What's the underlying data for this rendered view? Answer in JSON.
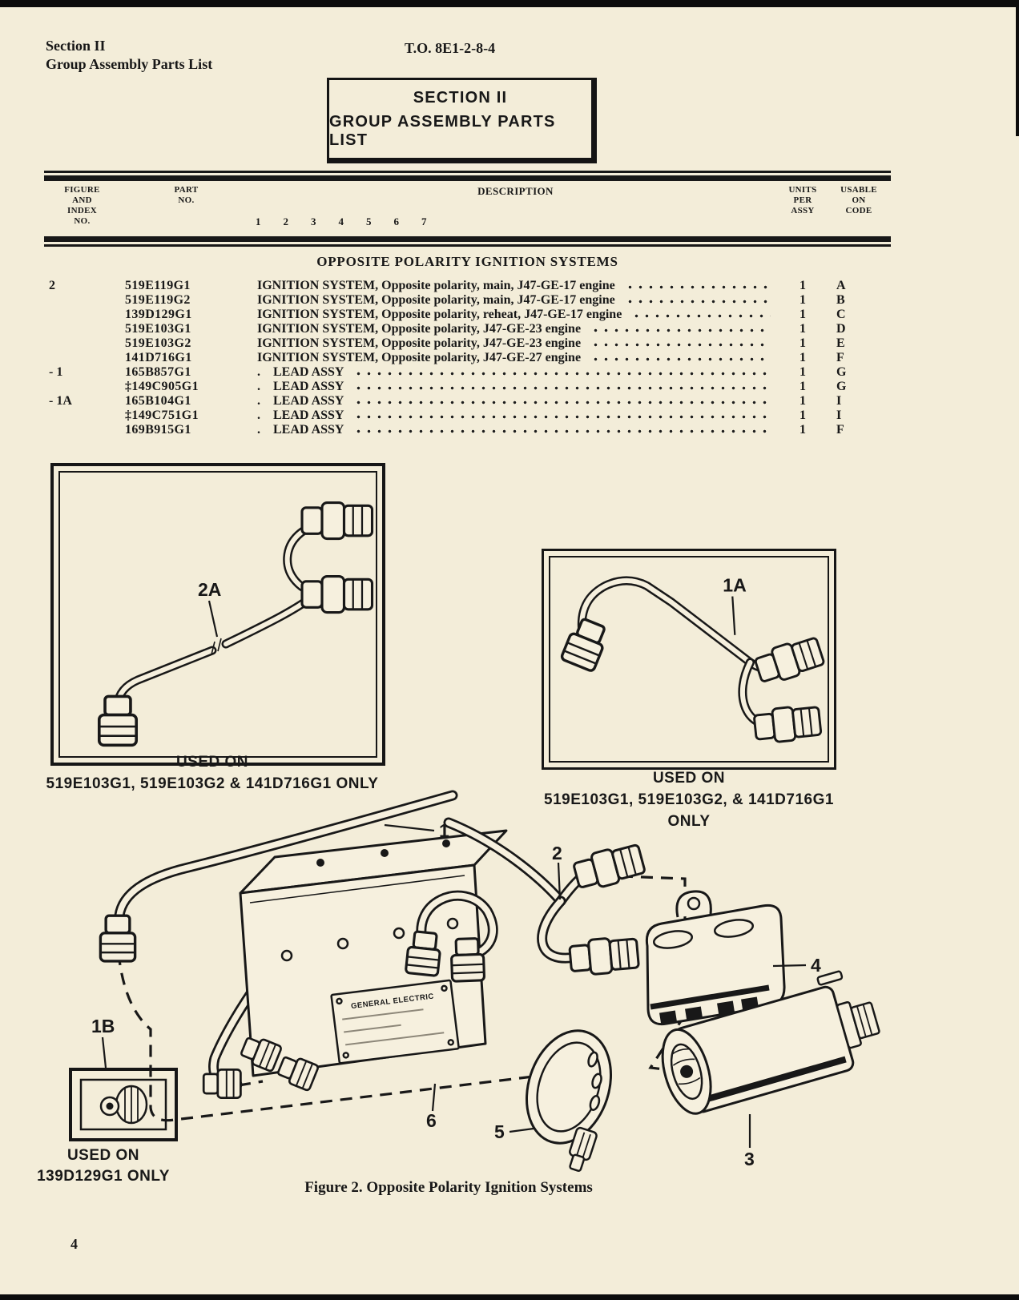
{
  "page": {
    "header_left1": "Section II",
    "header_left2": "Group Assembly Parts List",
    "to_number": "T.O. 8E1-2-8-4",
    "page_number": "4"
  },
  "section_box": {
    "line1": "SECTION II",
    "line2": "GROUP ASSEMBLY PARTS LIST"
  },
  "table": {
    "headers": {
      "figure_index": "FIGURE\nAND\nINDEX\nNO.",
      "part_no": "PART\nNO.",
      "description": "DESCRIPTION",
      "desc_numbers": [
        "1",
        "2",
        "3",
        "4",
        "5",
        "6",
        "7"
      ],
      "units": "UNITS\nPER\nASSY",
      "usable": "USABLE\nON\nCODE"
    },
    "group_title": "OPPOSITE POLARITY IGNITION SYSTEMS",
    "rows": [
      {
        "index": "2",
        "part": "519E119G1",
        "prefix": "",
        "desc": "IGNITION SYSTEM, Opposite polarity, main, J47-GE-17 engine",
        "units": "1",
        "code": "A"
      },
      {
        "index": "",
        "part": "519E119G2",
        "prefix": "",
        "desc": "IGNITION SYSTEM, Opposite polarity, main, J47-GE-17 engine",
        "units": "1",
        "code": "B"
      },
      {
        "index": "",
        "part": "139D129G1",
        "prefix": "",
        "desc": "IGNITION SYSTEM, Opposite polarity, reheat, J47-GE-17 engine",
        "units": "1",
        "code": "C"
      },
      {
        "index": "",
        "part": "519E103G1",
        "prefix": "",
        "desc": "IGNITION SYSTEM, Opposite polarity, J47-GE-23 engine",
        "units": "1",
        "code": "D"
      },
      {
        "index": "",
        "part": "519E103G2",
        "prefix": "",
        "desc": "IGNITION SYSTEM, Opposite polarity, J47-GE-23 engine",
        "units": "1",
        "code": "E"
      },
      {
        "index": "",
        "part": "141D716G1",
        "prefix": "",
        "desc": "IGNITION SYSTEM, Opposite polarity, J47-GE-27 engine",
        "units": "1",
        "code": "F"
      },
      {
        "index": "- 1",
        "part": "165B857G1",
        "prefix": ".",
        "desc": "LEAD ASSY",
        "units": "1",
        "code": "G"
      },
      {
        "index": "",
        "part": "‡149C905G1",
        "prefix": ".",
        "desc": "LEAD ASSY",
        "units": "1",
        "code": "G"
      },
      {
        "index": "- 1A",
        "part": "165B104G1",
        "prefix": ".",
        "desc": "LEAD ASSY",
        "units": "1",
        "code": "I"
      },
      {
        "index": "",
        "part": "‡149C751G1",
        "prefix": ".",
        "desc": "LEAD ASSY",
        "units": "1",
        "code": "I"
      },
      {
        "index": "",
        "part": "169B915G1",
        "prefix": ".",
        "desc": "LEAD ASSY",
        "units": "1",
        "code": "F"
      }
    ]
  },
  "figure": {
    "detail_2a": {
      "label": "2A",
      "caption1": "USED ON",
      "caption2": "519E103G1, 519E103G2 & 141D716G1 ONLY"
    },
    "detail_1a": {
      "label": "1A",
      "caption1": "USED ON",
      "caption2": "519E103G1, 519E103G2, & 141D716G1 ONLY"
    },
    "detail_1b": {
      "label": "1B",
      "caption1": "USED ON",
      "caption2": "139D129G1 ONLY"
    },
    "nameplate": "GENERAL ELECTRIC",
    "callouts": {
      "c1": "1",
      "c2": "2",
      "c3": "3",
      "c4": "4",
      "c5": "5",
      "c6": "6"
    },
    "caption": "Figure 2. Opposite Polarity Ignition Systems"
  }
}
